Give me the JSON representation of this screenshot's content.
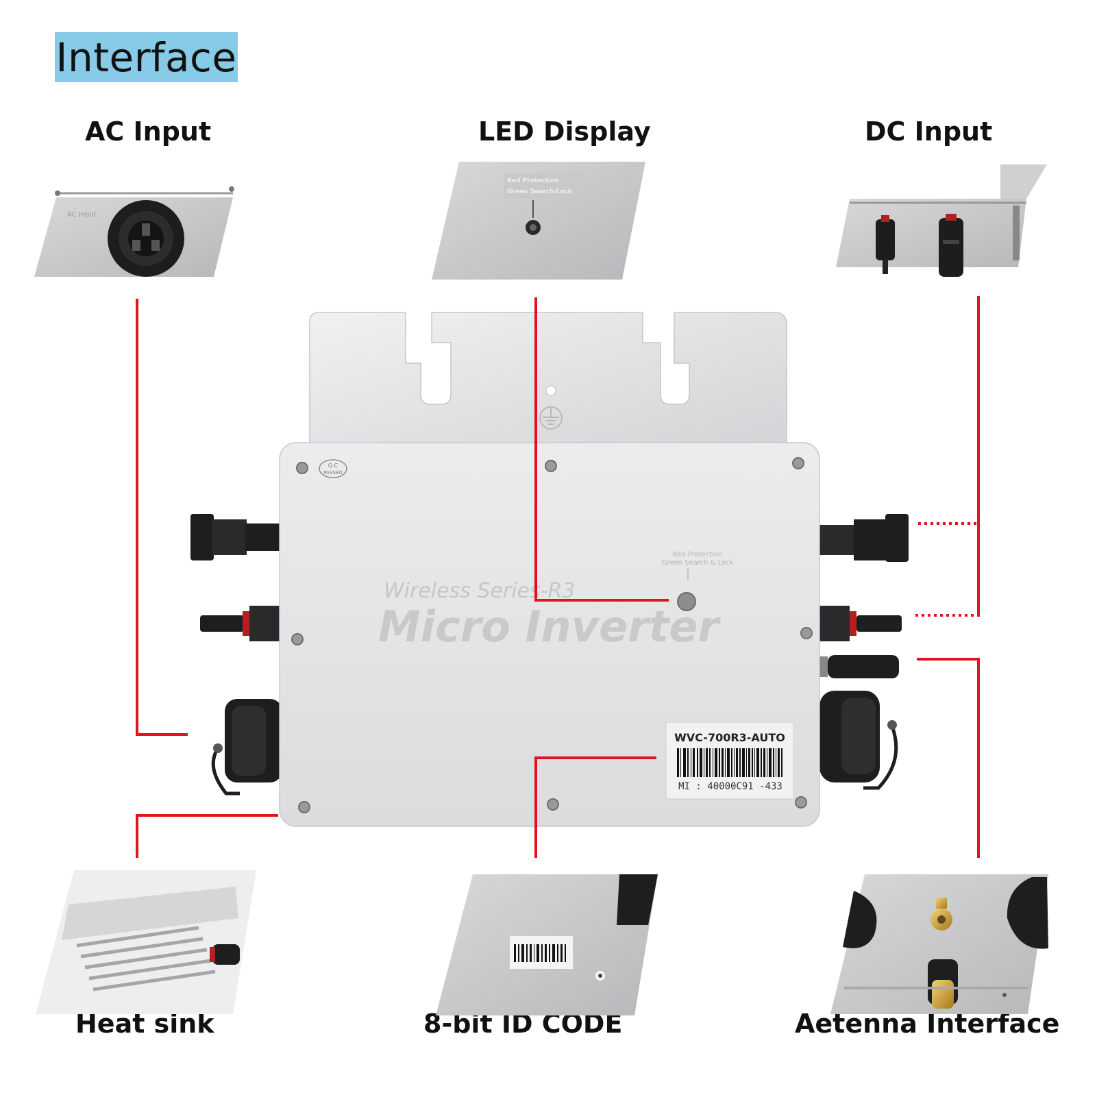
{
  "title": "Interface",
  "labels": {
    "ac_input": "AC Input",
    "led_display": "LED Display",
    "dc_input": "DC Input",
    "heat_sink": "Heat sink",
    "id_code": "8-bit ID CODE",
    "antenna_interface": "Aetenna Interface"
  },
  "device": {
    "series_text": "Wireless Series-R3",
    "product_text": "Micro Inverter",
    "qc_line1": "Q.C",
    "qc_line2": "PASSED",
    "led_hint_line1": "Red  Protection",
    "led_hint_line2": "Green  Search & Lock",
    "model_label": "WVC-700R3-AUTO",
    "serial_label": "MI : 40000C91 -433"
  },
  "thumbnails": {
    "ac_input_text": "AC Input",
    "led_line1": "Red Protection",
    "led_line2": "Green Search/Lock"
  },
  "colors": {
    "leader_lines": "#e0141e",
    "title_box": "#87cbe8",
    "device_body": "#e6e6e8"
  }
}
